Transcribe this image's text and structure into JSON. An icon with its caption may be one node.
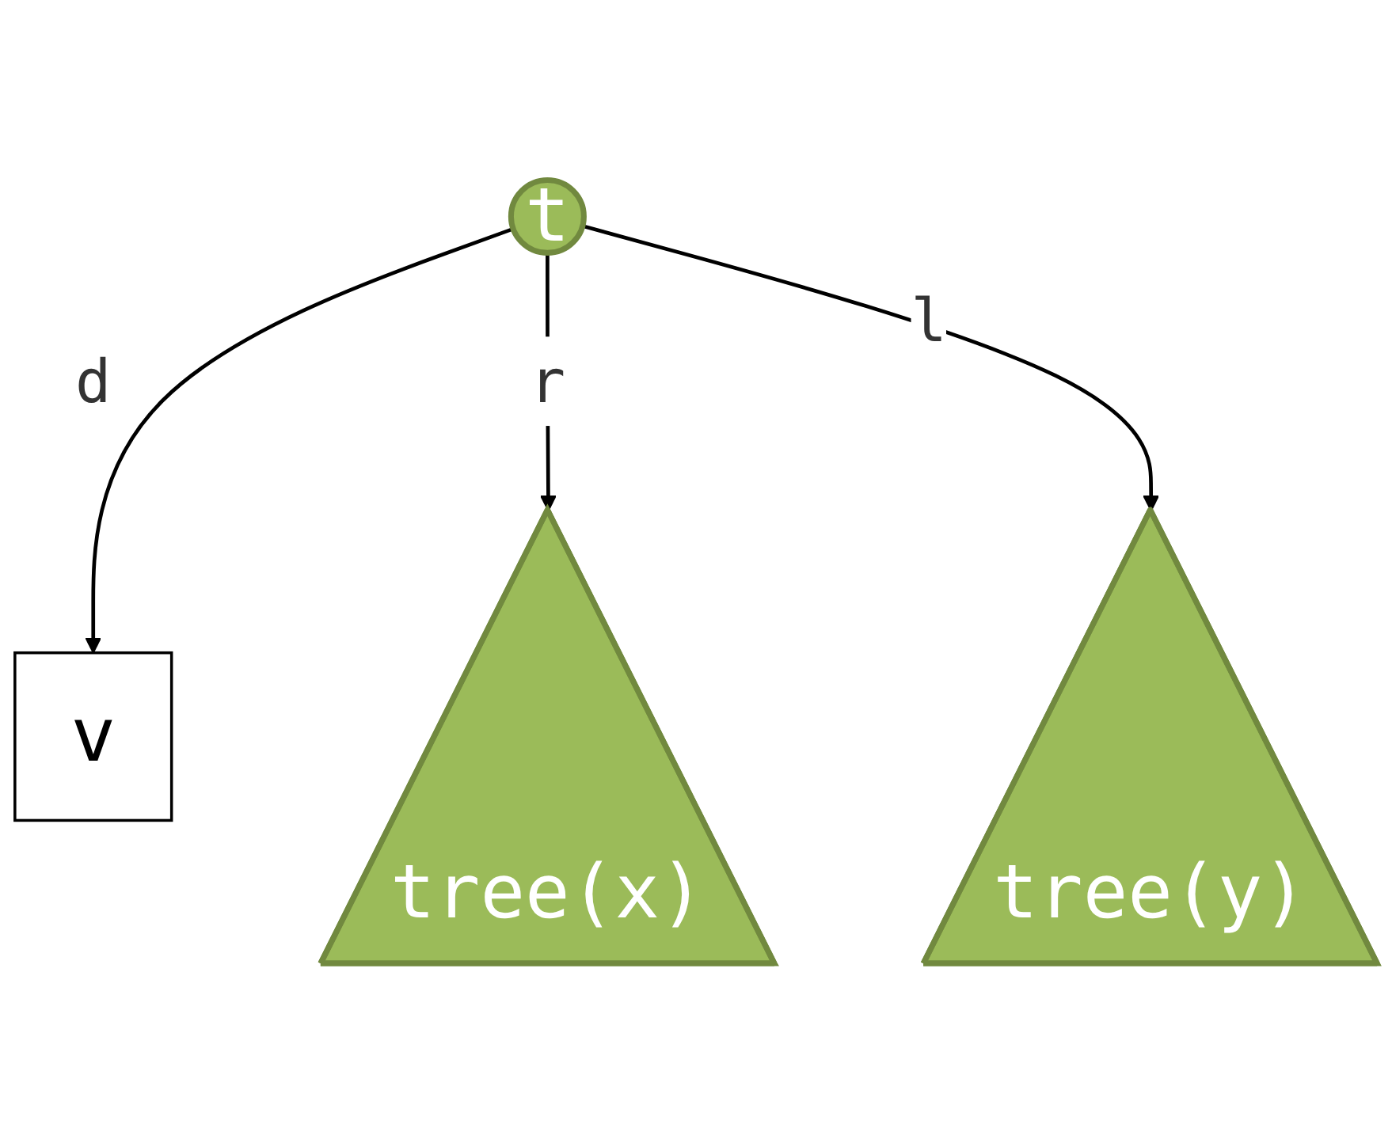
{
  "diagram": {
    "nodes": [
      {
        "text": [
          "t"
        ]
      },
      {
        "text": [
          "v"
        ]
      },
      {
        "text": [
          "tree(x)"
        ]
      },
      {
        "text": [
          "tree(y)"
        ]
      }
    ],
    "edges": [
      {
        "from": 0,
        "to": 1,
        "arrow": "to",
        "label": "d"
      },
      {
        "from": 0,
        "to": 2,
        "arrow": "to",
        "label": "r"
      },
      {
        "from": 0,
        "to": 3,
        "arrow": "to",
        "label": "l"
      }
    ]
  }
}
